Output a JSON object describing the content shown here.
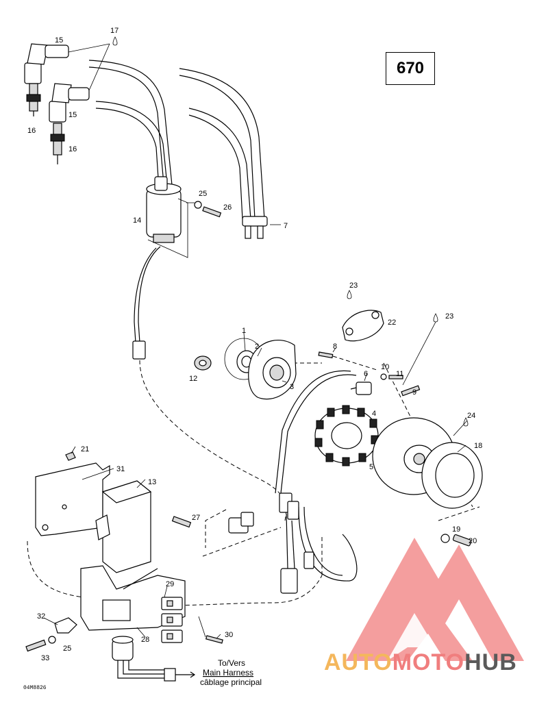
{
  "page_number": "670",
  "callouts": {
    "c1": "1",
    "c2": "2",
    "c3": "3",
    "c4": "4",
    "c5": "5",
    "c6": "6",
    "c7": "7",
    "c8": "8",
    "c9": "9",
    "c10": "10",
    "c11": "11",
    "c12": "12",
    "c13": "13",
    "c14": "14",
    "c15a": "15",
    "c15b": "15",
    "c16a": "16",
    "c16b": "16",
    "c17": "17",
    "c18": "18",
    "c19": "19",
    "c20": "20",
    "c21": "21",
    "c22": "22",
    "c23a": "23",
    "c23b": "23",
    "c24": "24",
    "c25a": "25",
    "c25b": "25",
    "c26": "26",
    "c27": "27",
    "c28": "28",
    "c29": "29",
    "c30": "30",
    "c31": "31",
    "c32": "32",
    "c33": "33"
  },
  "harness_note": {
    "line1": "To/Vers",
    "line2": "Main Harness",
    "line3": "câblage principal"
  },
  "drawing_code": "04M8826",
  "watermark": {
    "part1": "AUTO",
    "part2": "MOTO",
    "part3": "HUB",
    "colors": {
      "orange": "#f4b75c",
      "red": "#f07e7e",
      "gray": "#5a5a5a"
    }
  }
}
